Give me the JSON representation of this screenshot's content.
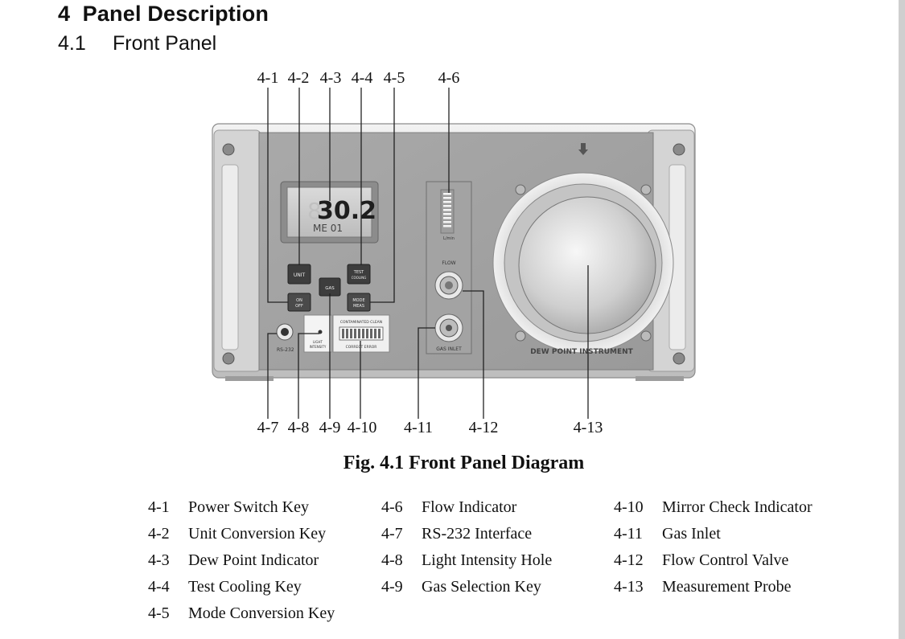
{
  "section": {
    "number": "4",
    "title": "Panel Description"
  },
  "subsection": {
    "number": "4.1",
    "title": "Front Panel"
  },
  "callouts_top": [
    "4-1",
    "4-2",
    "4-3",
    "4-4",
    "4-5",
    "4-6"
  ],
  "callouts_bottom": [
    "4-7",
    "4-8",
    "4-9",
    "4-10",
    "4-11",
    "4-12",
    "4-13"
  ],
  "panel": {
    "lcd_main": "30.2",
    "lcd_sub": "ME 01",
    "lcd_ghost": "8",
    "key_unit": "UNIT",
    "key_test_1": "TEST",
    "key_test_2": "COOLING",
    "key_gas": "GAS",
    "key_onoff_1": "ON",
    "key_onoff_2": "OFF",
    "key_mode_1": "MODE",
    "key_mode_2": "MEAS",
    "light_1": "LIGHT",
    "light_2": "INTENSITY",
    "mirror_top": "CONTAMINATED CLEAN",
    "mirror_bottom": "CORRECT ERROR",
    "rs232": "RS-232",
    "flow_unit": "L/min",
    "flow_label": "FLOW",
    "gas_inlet": "GAS INLET",
    "brand": "DEW POINT INSTRUMENT"
  },
  "caption": "Fig. 4.1  Front Panel Diagram",
  "legend": [
    {
      "code": "4-1",
      "label": "Power Switch Key"
    },
    {
      "code": "4-2",
      "label": "Unit Conversion Key"
    },
    {
      "code": "4-3",
      "label": "Dew Point Indicator"
    },
    {
      "code": "4-4",
      "label": "Test Cooling Key"
    },
    {
      "code": "4-5",
      "label": "Mode Conversion Key"
    },
    {
      "code": "4-6",
      "label": "Flow Indicator"
    },
    {
      "code": "4-7",
      "label": "RS-232 Interface"
    },
    {
      "code": "4-8",
      "label": "Light Intensity Hole"
    },
    {
      "code": "4-9",
      "label": "Gas Selection Key"
    },
    {
      "code": "4-10",
      "label": "Mirror Check Indicator"
    },
    {
      "code": "4-11",
      "label": "Gas Inlet"
    },
    {
      "code": "4-12",
      "label": "Flow Control Valve"
    },
    {
      "code": "4-13",
      "label": "Measurement Probe"
    }
  ]
}
